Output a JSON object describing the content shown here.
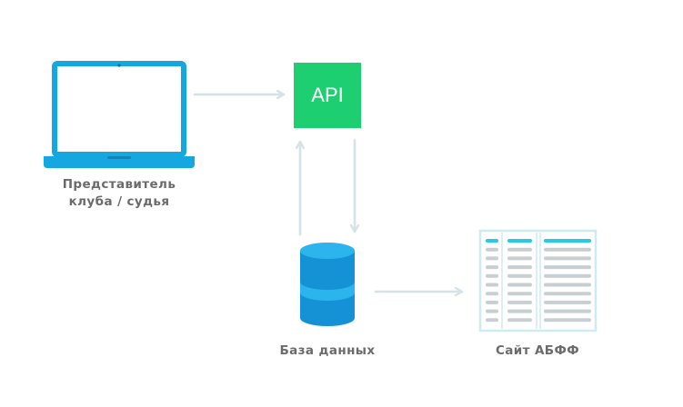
{
  "nodes": {
    "client": {
      "label_line1": "Представитель",
      "label_line2": "клуба / судья",
      "icon": "laptop-icon"
    },
    "api": {
      "label": "API",
      "icon": "api-block"
    },
    "database": {
      "label": "База данных",
      "icon": "database-icon"
    },
    "website": {
      "label": "Сайт АБФФ",
      "icon": "table-icon"
    }
  },
  "colors": {
    "laptop": "#14a7e0",
    "api": "#1ecf72",
    "database": "#1591d6",
    "database_light": "#2bb5ec",
    "table_border": "#cfeaf3",
    "table_accent": "#28c8e8",
    "table_rows": "#c8cfd2",
    "arrow": "#d5e3e7",
    "label": "#6b6b6b"
  },
  "table_rows": 10
}
